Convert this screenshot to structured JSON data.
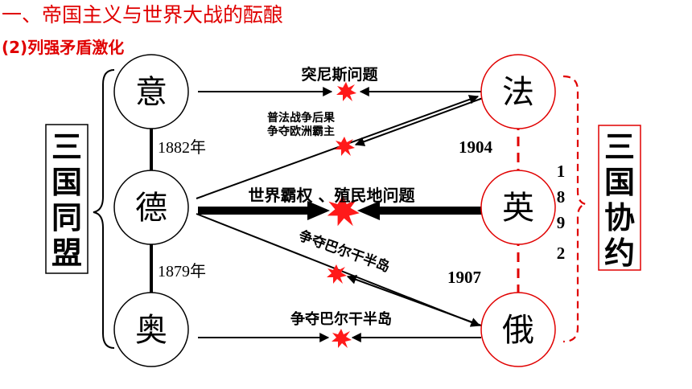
{
  "title": "一、帝国主义与世界大战的酝酿",
  "subtitle": "(2)列强矛盾激化",
  "alliances": {
    "triple_alliance": [
      "三",
      "国",
      "同",
      "盟"
    ],
    "triple_entente": [
      "三",
      "国",
      "协",
      "约"
    ]
  },
  "countries": {
    "italy": "意",
    "germany": "德",
    "austria": "奥",
    "france": "法",
    "britain": "英",
    "russia": "俄"
  },
  "years": {
    "germany_italy": "1882年",
    "germany_austria": "1879年",
    "france_britain": "1904",
    "britain_russia": "1907",
    "france_russia_digits": [
      "1",
      "8",
      "9",
      "2"
    ]
  },
  "conflicts": {
    "italy_france": "突尼斯问题",
    "germany_france_line1": "普法战争后果",
    "germany_france_line2": "争夺欧洲霸主",
    "germany_britain": "世界霸权 、殖民地问题",
    "germany_russia": "争夺巴尔干半岛",
    "austria_russia": "争夺巴尔干半岛"
  },
  "colors": {
    "title": "#e00000",
    "entente_bracket": "#e00000",
    "explosion": "#ff1a1a"
  }
}
